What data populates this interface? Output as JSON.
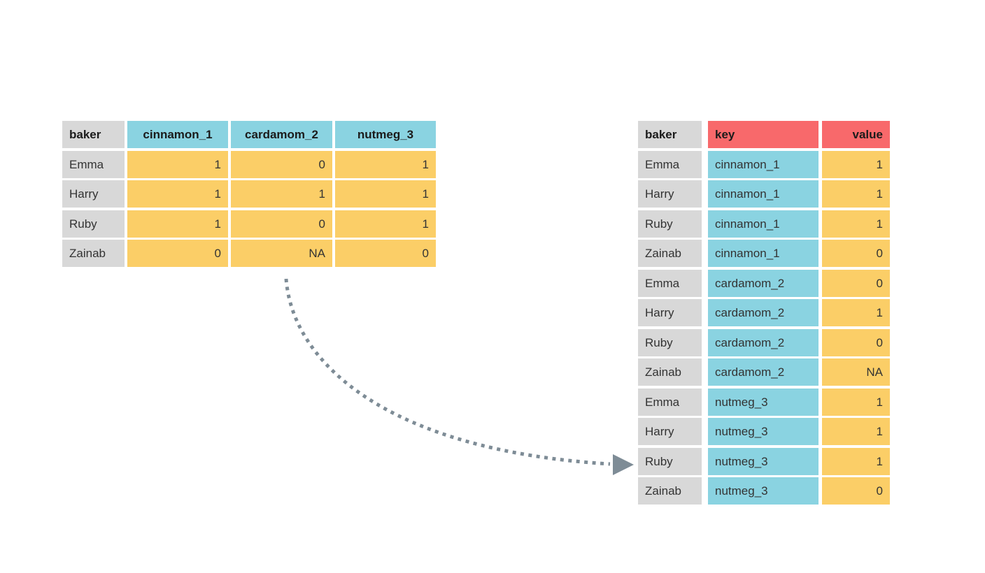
{
  "wide_table": {
    "columns": [
      "baker",
      "cinnamon_1",
      "cardamom_2",
      "nutmeg_3"
    ],
    "rows": [
      [
        "Emma",
        "1",
        "0",
        "1"
      ],
      [
        "Harry",
        "1",
        "1",
        "1"
      ],
      [
        "Ruby",
        "1",
        "0",
        "1"
      ],
      [
        "Zainab",
        "0",
        "NA",
        "0"
      ]
    ]
  },
  "long_table": {
    "columns": [
      "baker",
      "key",
      "value"
    ],
    "rows": [
      [
        "Emma",
        "cinnamon_1",
        "1"
      ],
      [
        "Harry",
        "cinnamon_1",
        "1"
      ],
      [
        "Ruby",
        "cinnamon_1",
        "1"
      ],
      [
        "Zainab",
        "cinnamon_1",
        "0"
      ],
      [
        "Emma",
        "cardamom_2",
        "0"
      ],
      [
        "Harry",
        "cardamom_2",
        "1"
      ],
      [
        "Ruby",
        "cardamom_2",
        "0"
      ],
      [
        "Zainab",
        "cardamom_2",
        "NA"
      ],
      [
        "Emma",
        "nutmeg_3",
        "1"
      ],
      [
        "Harry",
        "nutmeg_3",
        "1"
      ],
      [
        "Ruby",
        "nutmeg_3",
        "1"
      ],
      [
        "Zainab",
        "nutmeg_3",
        "0"
      ]
    ]
  },
  "colors": {
    "baker_column_bg": "#d8d8d8",
    "variable_bg": "#8ad3e1",
    "value_bg": "#fbce67",
    "key_value_header_bg": "#f8696b",
    "arrow": "#7e8c96",
    "header_text": "#1b1b1b",
    "cell_text": "#333333",
    "page_background": "#ffffff"
  }
}
